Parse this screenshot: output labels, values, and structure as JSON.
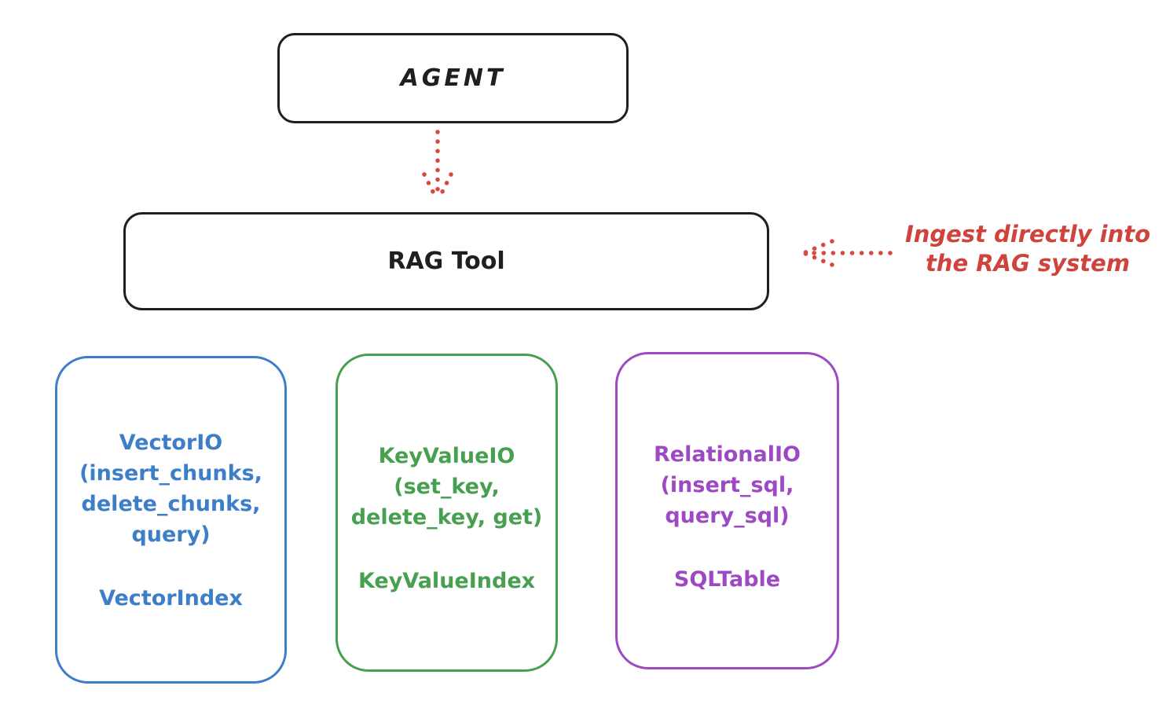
{
  "diagram": {
    "agent_box": {
      "label": "AGENT"
    },
    "rag_tool_box": {
      "label": "RAG Tool"
    },
    "annotation": {
      "line1": "Ingest directly into",
      "line2": "the RAG system"
    },
    "stores": [
      {
        "title_lines": [
          "VectorIO",
          "(insert_chunks,",
          "delete_chunks,",
          "query)"
        ],
        "index_label": "VectorIndex",
        "color": "#3d7ec8"
      },
      {
        "title_lines": [
          "KeyValueIO",
          "(set_key,",
          "delete_key, get)"
        ],
        "index_label": "KeyValueIndex",
        "color": "#47a04f"
      },
      {
        "title_lines": [
          "RelationalIO",
          "(insert_sql,",
          "query_sql)"
        ],
        "index_label": "SQLTable",
        "color": "#9d49c4"
      }
    ],
    "colors": {
      "stroke_black": "#1f1f1f",
      "arrow_red": "#d8483f",
      "annotation_red": "#d0423c",
      "background": "#ffffff"
    },
    "icons": {
      "down_arrow": "dotted-arrow-down",
      "left_arrow": "dotted-arrow-left"
    }
  }
}
